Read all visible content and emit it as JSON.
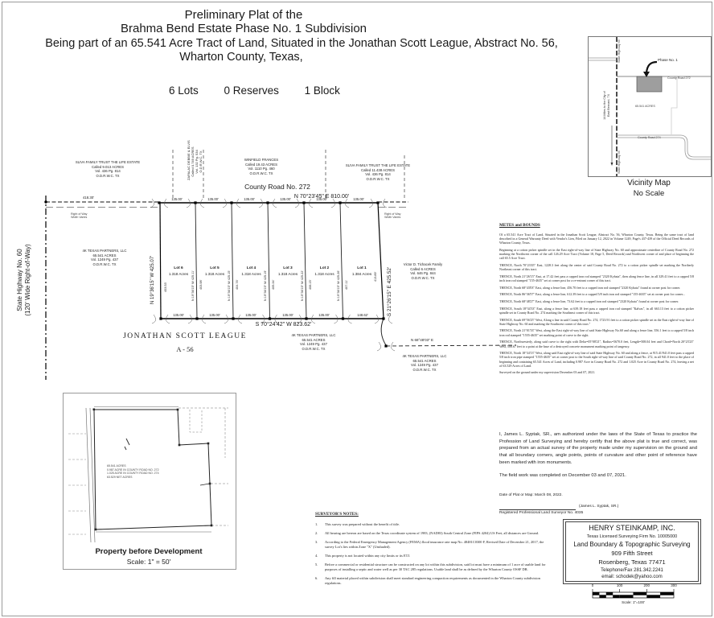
{
  "title": {
    "line1": "Preliminary Plat of the",
    "line2": "Brahma Bend Estate Phase No. 1 Subdivision",
    "line3": "Being part of an 65.541 Acre Tract of Land, Situated in the Jonathan Scott League, Abstract No. 56,",
    "line4": "Wharton County, Texas,",
    "lots": "6 Lots",
    "reserves": "0 Reserves",
    "block": "1 Block"
  },
  "vicinity": {
    "caption1": "Vicinity Map",
    "caption2": "No Scale",
    "phase_label": "Phase No. 1",
    "road272": "County Road 272",
    "road274": "County Road 274",
    "acres": "65.541 ACRES",
    "hwy_top": "State Highway 60",
    "hwy_bottom": "State Highway 60",
    "miles_line1": "14 Miles to the City of",
    "miles_line2": "East Bernard, TX"
  },
  "plat": {
    "road_label": "County Road No. 272",
    "road_bearing": "N 70°23'45\" E  810.00'",
    "left_dim": "418.30'",
    "row_note1": "Right of Way",
    "row_note2": "Width Varies",
    "highway_label": "State Highway No. 60",
    "highway_sub": "(120' Wide Right-of-Way)",
    "west_bearing": "N 19°36'15\" W  425.07'",
    "west_inner": "403.53'",
    "east_bearing": "S 21°26'15\" E  425.52'",
    "east_inner": "413.89'",
    "south_bearing": "S 70°24'42\" W  823.62'",
    "se_dashed_bearing": "N 68°48'03\" E",
    "league_name": "JONATHAN SCOTT LEAGUE",
    "league_abstract": "A - 56",
    "lots": [
      {
        "name": "Lot 6",
        "acres": "1.318 Acres",
        "top_dim": "135.00'",
        "bottom_dim": "135.00'"
      },
      {
        "name": "Lot 5",
        "acres": "1.318 Acres",
        "top_dim": "135.00'",
        "bottom_dim": "135.00'"
      },
      {
        "name": "Lot 4",
        "acres": "1.318 Acres",
        "top_dim": "135.00'",
        "bottom_dim": "135.00'"
      },
      {
        "name": "Lot 3",
        "acres": "1.318 Acres",
        "top_dim": "135.00'",
        "bottom_dim": "135.00'"
      },
      {
        "name": "Lot 2",
        "acres": "1.318 Acres",
        "top_dim": "135.00'",
        "bottom_dim": "135.00'"
      },
      {
        "name": "Lot 1",
        "acres": "1.384 Acres",
        "top_dim": "135.00'",
        "bottom_dim": "148.62'"
      }
    ],
    "dims": [
      {
        "dist": "403.98'",
        "bearing": "N 19°36'15\" W 425.11'"
      },
      {
        "dist": "404.76'",
        "bearing": "N 19°36'15\" W 425.15'"
      },
      {
        "dist": "405.34'",
        "bearing": "N 19°36'15\" W 425.19'"
      },
      {
        "dist": "406.15'",
        "bearing": "N 19°36'15\" W 425.22'"
      },
      {
        "dist": "407.11'",
        "bearing": "N 19°36'15\" W 425.26'"
      }
    ],
    "owners": {
      "sliva_west": [
        "SLIVA FAMILY TRUST THE LIFE ESTATE",
        "Called 9.013 ACRES",
        "Vol. 436 Pg. 814",
        "O.D.R.W.C. TX"
      ],
      "zapalac": [
        "ZAPALAC DEBBIE & ELVIS",
        "Called 0.749 ACRES",
        "Vol. 132 Pg. 534",
        "O.D.R.W.C. TX"
      ],
      "winfield": [
        "WINFIELD FRANCES",
        "Called 19.43 ACRES",
        "Vol. 1110 Pg. 460",
        "O.D.R.W.C. TX"
      ],
      "sliva_east": [
        "SLIVA FAMILY TRUST THE LIFE ESTATE",
        "Called 11.438 ACRES",
        "Vol. 436 Pg. 814",
        "O.D.R.W.C. TX"
      ],
      "partners_west": [
        "4K TEXAS PARTNERS, LLC",
        "65.541 ACRES",
        "Vol. 1249 Pg. 437",
        "O.D.R.W.C. TX"
      ],
      "partners_south": [
        "4K TEXAS PARTNERS, LLC",
        "65.541 ACRES",
        "Vol. 1249 Pg. 437",
        "O.D.R.W.C. TX"
      ],
      "partners_se": [
        "4K TEXAS PARTNERS, LLC",
        "65.541 ACRES",
        "Vol. 1249 Pg. 437",
        "O.D.R.W.C. TX"
      ],
      "tichacek": [
        "Victor D. Tichacek Family",
        "Called 6 ACRES",
        "Vol. 646 Pg. 844",
        "O.D.R.W.C. TX"
      ]
    }
  },
  "metes": {
    "heading": "METES and BOUNDS",
    "paragraphs": [
      "Of a 65.541 Acre Tract of Land, Situated in the Jonathan Scott League, Abstract No. 56, Wharton County, Texas. Being the same tract of land described in a General Warranty Deed with Vendor's Lien, Filed on January 12, 2022 in Volume 1249, Page's 437-439 of the Official Deed Records of Wharton County, Texas.",
      "Beginning at a cotton picker spindle set in the East right-of-way line of State Highway No. 60 and approximate centerline of County Road No. 272 marking the Northwest corner of the call 126.29 Acre Tract (Volume 18, Page 5, Deed Records) and Northwest corner of and place of beginning the call 65.5 Acre Tract.",
      "THENCE, North 70°23'45\" East, 1228.3 feet along the center of said County Road No. 272 to a cotton picker spindle set marking the Northerly Northeast corner of this tract.",
      "THENCE, North 21°26'15\" East, at 17.42 feet pass a capped iron rod stamped \"2320 Kybata\", then along fence line, in all 329.41 feet to a capped 5/8 inch iron rod stamped \"155-4635\" set at corner post for a re-entrant corner of this tract.",
      "THENCE, North 68°43'03\" East, along a fence line, 456.70 feet to a capped iron rod stamped \"2320 Kybata\" found at corner post for corner.",
      "THENCE, North 86°36'57\" East, along a fence line, 612.39 feet to a capped 5/8 inch iron rod stamped \"155-4635\" set at corner post for corner...",
      "THENCE, North 68°48'27\" East, along a fence line, 73.62 feet to a capped iron rod stamped \"2320 Kybata\" found at corner post for corner.",
      "THENCE, South 18°34'33\" East, along a fence line, at 639.18 feet pass a capped iron rod stamped \"Kalvas\", in all 663.13 feet to a cotton picker spindle set in County Road No. 274 marking the Southeast corner of this tract.",
      "THENCE, South 69°56'25\" West, Along a line in said County Road No. 274, 1723.91 feet to a cotton picker spindle set in the East right-of-way line of State Highway No. 60 and marking the Southwest corner of this tract.\"",
      "THENCE, North 21°01'33\" West, along the East right-of-way line of said State Highway No.60 and along a fence line, 356.1 feet to a capped 5/8 inch iron rod stamped \"1555-4635\" set marking point of curve to the right.",
      "THENCE, Northwesterly, along said curve to the right with Delta=05°08'21\", Radius=5670.0 feet, Length=508.04 feet and Chord=North 20°23'23\" West, 508.67 feet to a point at the base of a destroyed concrete monument marking point of tangency.",
      "THENCE, North 18°34'13\" West, along said East right-of-way line of said State Highway No. 60 and along a fence, at 915.41/941.0 feet pass a capped 5/8 inch iron pipe stamped \"1555-4635\" set at corner post to the South right-of-way line of said County Road No. 272, in all 941.0 feet to the place of beginning and containing 65.541 Acres of Land, including 0.987 Acre in County Road No. 272 and 1.025 Acre in County Road No. 274, leaving a net of 63.529 Acres of Land.",
      "Surveyed on the ground under my supervision December 03 and 07, 2021."
    ]
  },
  "certification": {
    "body": "I, James L. Syptak, SR., am authorized under the laws of the State of Texas to practice the Profession of Land Surveying and hereby certify that the above plat is true and correct, was prepared from an actual survey of the property  made under my supervision on the ground and that all boundary corners, angle points, points of curvature and other point of reference have been marked with iron monuments.",
    "fieldwork": "The field work was completed on December 03 and 07, 2021.",
    "date_line": "Date of Plat or Map: March 08, 2022.",
    "sig_name": "(James L. Syptak, SR.)",
    "sig_title": "Registered Professional Land Surveyor No. 4035"
  },
  "notes": {
    "heading": "SURVEYOR'S NOTES:",
    "items": [
      {
        "n": "1.",
        "t": "This survey was prepared without the benefit of title."
      },
      {
        "n": "2.",
        "t": "All bearing are hereon are based on the Texas coordinate system of 1983, (NAD83) South Central Zone (FIPS 4204) US Feet, all distances are Ground."
      },
      {
        "n": "3.",
        "t": "According to the Federal Emergency Management Agency (FEMA) flood insurance rate map No. 48481C0300 F, Revised Date of December 21, 2017, the survey Lot's lies within Zone \"X\" (Unshaded)."
      },
      {
        "n": "4.",
        "t": "This property is not located within any city limits or its ETJ."
      },
      {
        "n": "5.",
        "t": "Before a commercial or residential structure can be constructed on any lot within this  subdivision, said lot must have a minimum of 1 acre of usable land for purposes of installing a septic and water well as per 30 TAC 285 regulations. Usable land shall be as defined by the Wharton County OSSF DR."
      },
      {
        "n": "6.",
        "t": "Any fill material placed within subdivision shall meet standard engineering compaction requirements as documented in the Wharton County subdivision regulations."
      }
    ]
  },
  "firm": {
    "name": "HENRY STEINKAMP, INC.",
    "license": "Texas Licensed Surveying Firm No. 10005000",
    "service": "Land Boundary & Topographic Surveying",
    "street": "909 Fifth Street",
    "city": "Rosenberg, Texas 77471",
    "phone": "Telephone/Fax 281.342.2241",
    "email": "email: schodek@yahoo.com",
    "scale_labels": [
      "0",
      "100",
      "200",
      "300"
    ],
    "scale_caption": "Scale: 1\"=100'"
  },
  "inset": {
    "caption": "Property before Development",
    "scale": "Scale: 1\" = 50'",
    "center_lines": [
      "65.541 ACRES",
      "0.987 ACRE IN COUNTY ROAD NO. 272",
      "1.025 ACRE IN COUNTY ROAD NO. 274",
      "63.529 NET ACRES"
    ]
  }
}
